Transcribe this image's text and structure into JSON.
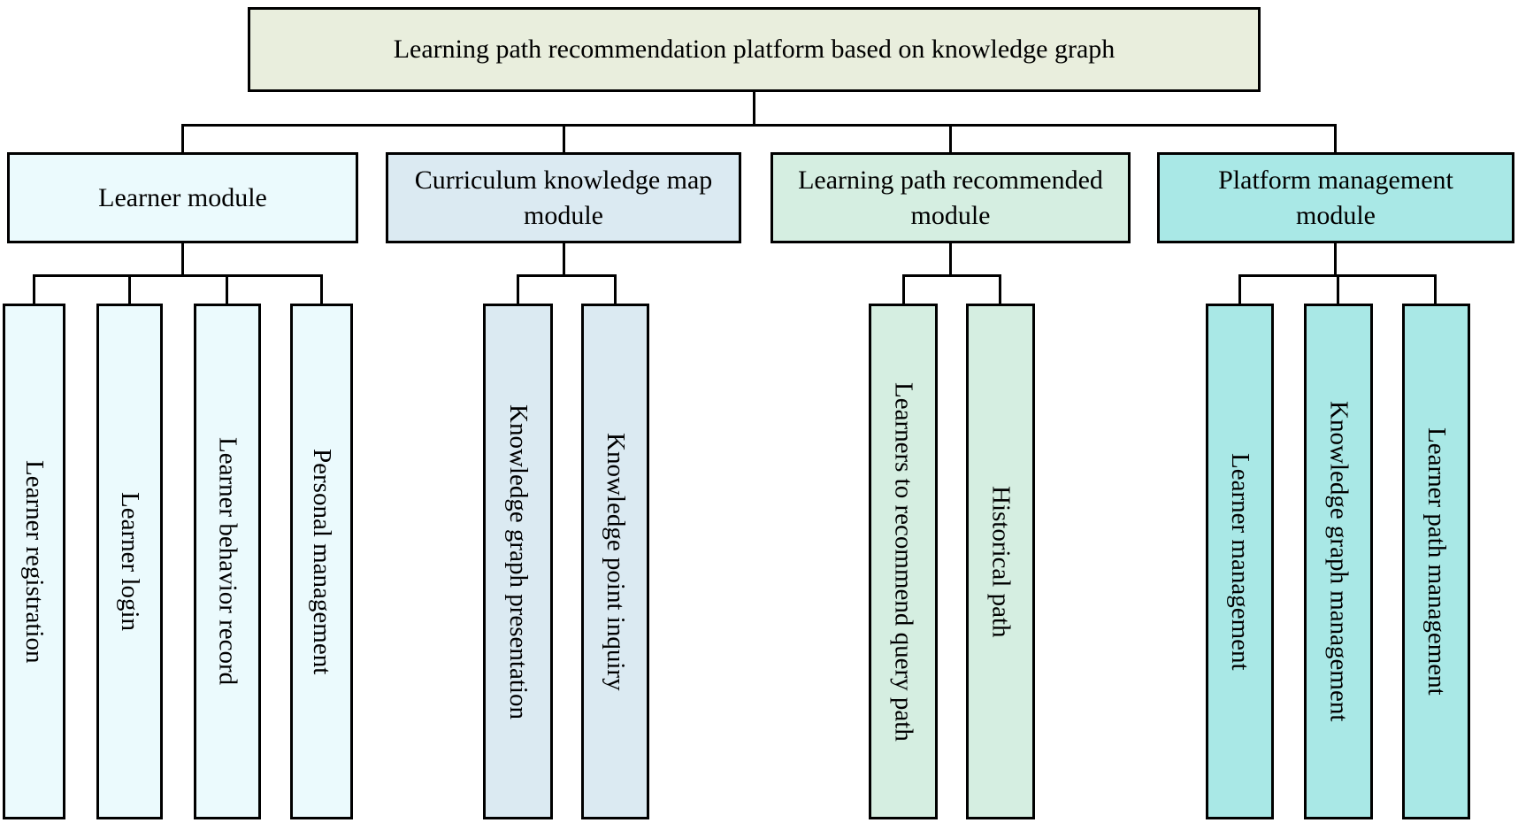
{
  "diagram": {
    "title": "Learning path recommendation platform based on knowledge graph",
    "line_color": "#000000",
    "root": {
      "label": "Learning path recommendation platform based on knowledge graph",
      "fill": "#e9eedd"
    },
    "modules": [
      {
        "label": "Learner module",
        "fill": "#ebfafd",
        "children": [
          {
            "label": "Learner registration"
          },
          {
            "label": "Learner login"
          },
          {
            "label": "Learner behavior record"
          },
          {
            "label": "Personal management"
          }
        ]
      },
      {
        "label": "Curriculum knowledge map module",
        "fill": "#dbeaf2",
        "children": [
          {
            "label": "Knowledge graph presentation"
          },
          {
            "label": "Knowledge point inquiry"
          }
        ]
      },
      {
        "label": "Learning path recommended module",
        "fill": "#d5eee1",
        "children": [
          {
            "label": "Learners to recommend query path"
          },
          {
            "label": "Historical path"
          }
        ]
      },
      {
        "label": "Platform management module",
        "fill": "#a9e8e6",
        "children": [
          {
            "label": "Learner management"
          },
          {
            "label": "Knowledge graph management"
          },
          {
            "label": "Learner path management"
          }
        ]
      }
    ]
  }
}
